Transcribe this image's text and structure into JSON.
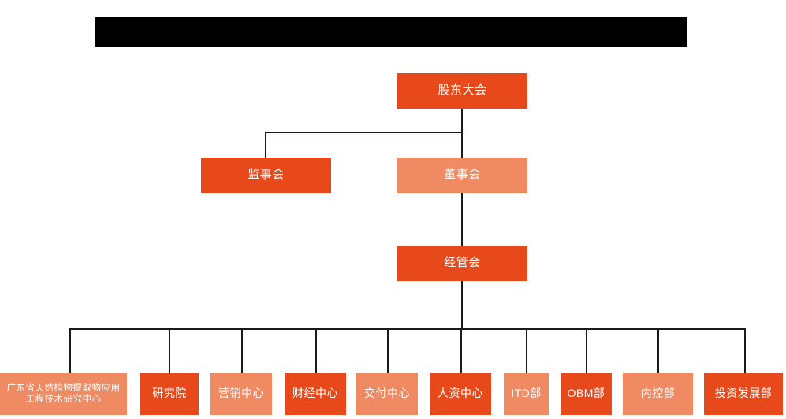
{
  "diagram": {
    "title_bar": {
      "redacted": true,
      "label": ""
    },
    "palette": {
      "dark_orange": "#E8491B",
      "light_orange": "#EF8A62",
      "connector": "#1a1a1a",
      "background": "#ffffff",
      "text": "#ffffff",
      "redaction": "#000000"
    },
    "levels": {
      "level1": [
        {
          "id": "shareholders",
          "label": "股东大会",
          "tone": "dark"
        }
      ],
      "level2": [
        {
          "id": "supervisors",
          "label": "监事会",
          "tone": "dark"
        },
        {
          "id": "directors",
          "label": "董事会",
          "tone": "light"
        }
      ],
      "level3": [
        {
          "id": "management",
          "label": "经管会",
          "tone": "dark"
        }
      ],
      "level4": [
        {
          "id": "gd-research-center",
          "label": "广东省天然植物提取物应用工程技术研究中心",
          "tone": "light"
        },
        {
          "id": "research-institute",
          "label": "研究院",
          "tone": "dark"
        },
        {
          "id": "marketing-center",
          "label": "营销中心",
          "tone": "light"
        },
        {
          "id": "finance-center",
          "label": "财经中心",
          "tone": "dark"
        },
        {
          "id": "delivery-center",
          "label": "交付中心",
          "tone": "light"
        },
        {
          "id": "hr-center",
          "label": "人资中心",
          "tone": "dark"
        },
        {
          "id": "itd-dept",
          "label": "ITD部",
          "tone": "light"
        },
        {
          "id": "obm-dept",
          "label": "OBM部",
          "tone": "dark"
        },
        {
          "id": "internal-control-dept",
          "label": "内控部",
          "tone": "light"
        },
        {
          "id": "investment-development-dept",
          "label": "投资发展部",
          "tone": "dark"
        }
      ]
    }
  }
}
